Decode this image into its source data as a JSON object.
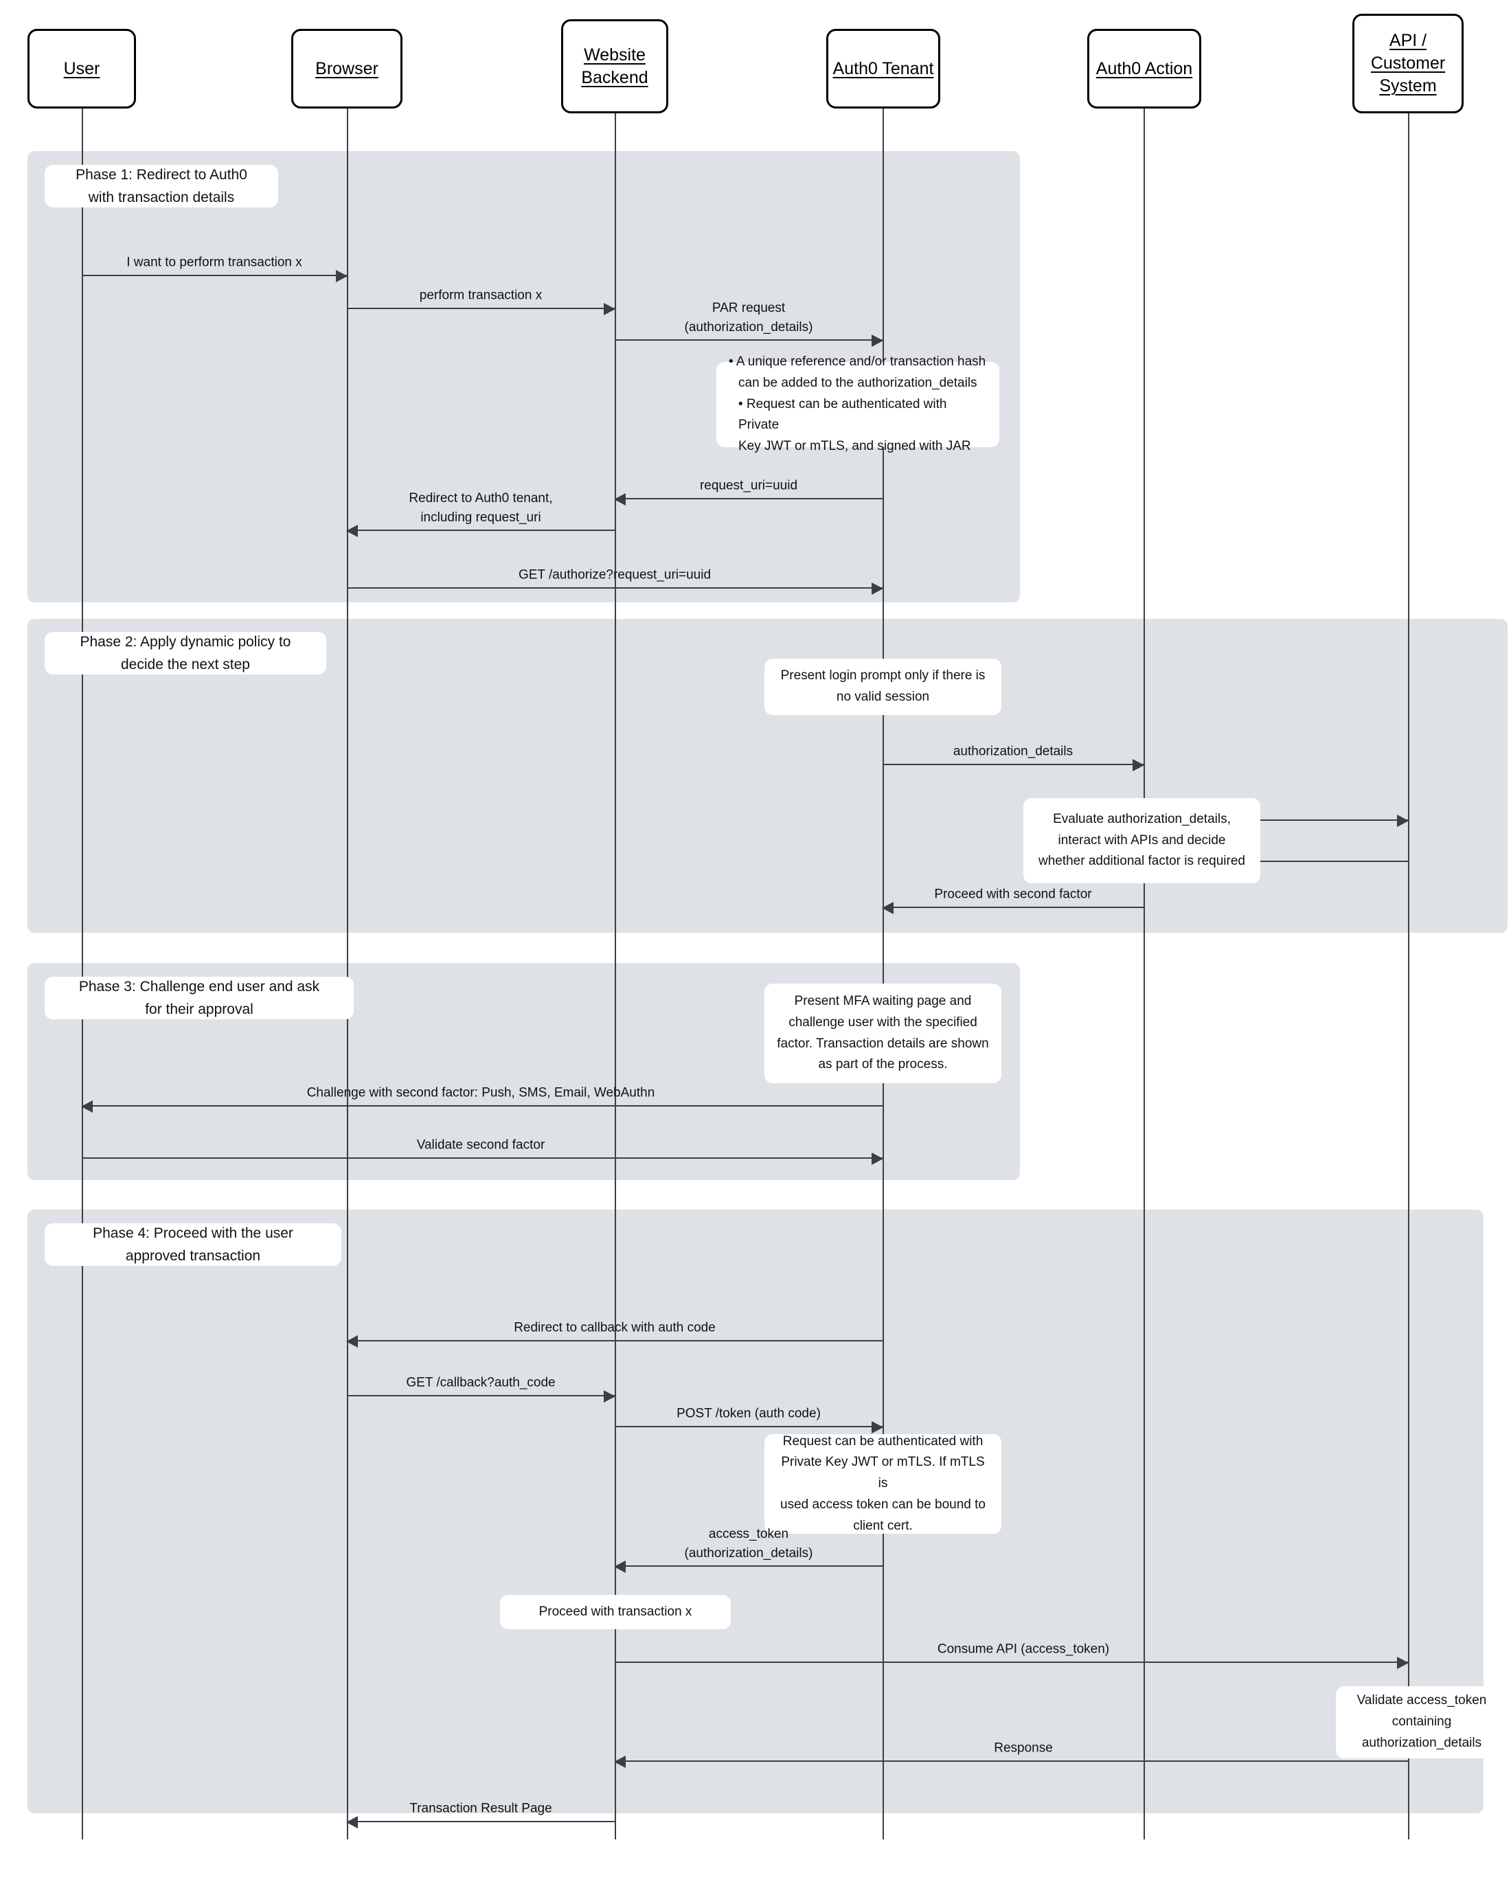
{
  "diagram": {
    "title": "Auth0 Rich Authorization Requests (RAR) transaction sequence",
    "band_color": "#dee2e6",
    "line_color": "#3c4043",
    "note_color": "#ffffff"
  },
  "actors": [
    {
      "id": "user",
      "lines": [
        "User"
      ]
    },
    {
      "id": "browser",
      "lines": [
        "Browser"
      ]
    },
    {
      "id": "backend",
      "lines": [
        "Website",
        "Backend"
      ]
    },
    {
      "id": "tenant",
      "lines": [
        "Auth0 Tenant"
      ]
    },
    {
      "id": "action",
      "lines": [
        "Auth0 Action"
      ]
    },
    {
      "id": "api",
      "lines": [
        "API /",
        "Customer",
        "System"
      ]
    }
  ],
  "phases": [
    {
      "id": "phase1",
      "label": "Phase 1: Redirect to Auth0\nwith transaction details"
    },
    {
      "id": "phase2",
      "label": "Phase 2: Apply dynamic policy to\ndecide the next step"
    },
    {
      "id": "phase3",
      "label": "Phase 3: Challenge end user and ask\nfor their approval"
    },
    {
      "id": "phase4",
      "label": "Phase 4: Proceed with the user\napproved transaction"
    }
  ],
  "messages": [
    {
      "id": "m1",
      "label": "I want to perform transaction x"
    },
    {
      "id": "m2",
      "label": "perform transaction x"
    },
    {
      "id": "m3",
      "label": "PAR request\n(authorization_details)"
    },
    {
      "id": "m4",
      "label": "request_uri=uuid"
    },
    {
      "id": "m5",
      "label": "Redirect to Auth0 tenant,\nincluding request_uri"
    },
    {
      "id": "m6",
      "label": "GET /authorize?request_uri=uuid"
    },
    {
      "id": "m7",
      "label": "authorization_details"
    },
    {
      "id": "m8",
      "label": ""
    },
    {
      "id": "m9",
      "label": ""
    },
    {
      "id": "m10",
      "label": "Proceed with second factor"
    },
    {
      "id": "m11",
      "label": "Challenge with second factor: Push, SMS, Email, WebAuthn"
    },
    {
      "id": "m12",
      "label": "Validate second factor"
    },
    {
      "id": "m13",
      "label": "Redirect to callback with auth code"
    },
    {
      "id": "m14",
      "label": "GET /callback?auth_code"
    },
    {
      "id": "m15",
      "label": "POST /token (auth code)"
    },
    {
      "id": "m16",
      "label": "access_token\n(authorization_details)"
    },
    {
      "id": "m17",
      "label": "Consume API (access_token)"
    },
    {
      "id": "m18",
      "label": "Response"
    },
    {
      "id": "m19",
      "label": "Transaction Result Page"
    }
  ],
  "notes": [
    {
      "id": "n1",
      "text": "• A unique reference and/or transaction hash\n   can be added to the authorization_details\n• Request can be authenticated with Private\n   Key JWT or mTLS, and signed with JAR"
    },
    {
      "id": "n2",
      "text": "Present login prompt only if there is\nno valid session"
    },
    {
      "id": "n3",
      "text": "Evaluate authorization_details,\ninteract with APIs and decide\nwhether additional factor is required"
    },
    {
      "id": "n4",
      "text": "Present MFA waiting page and\nchallenge user with the specified\nfactor. Transaction details are shown\nas part of the process."
    },
    {
      "id": "n5",
      "text": "Request can be authenticated with\nPrivate Key JWT or mTLS. If mTLS is\nused access token can be bound to\nclient cert."
    },
    {
      "id": "n6",
      "text": "Proceed with transaction x"
    },
    {
      "id": "n7",
      "text": "Validate access_token\ncontaining\nauthorization_details"
    }
  ]
}
